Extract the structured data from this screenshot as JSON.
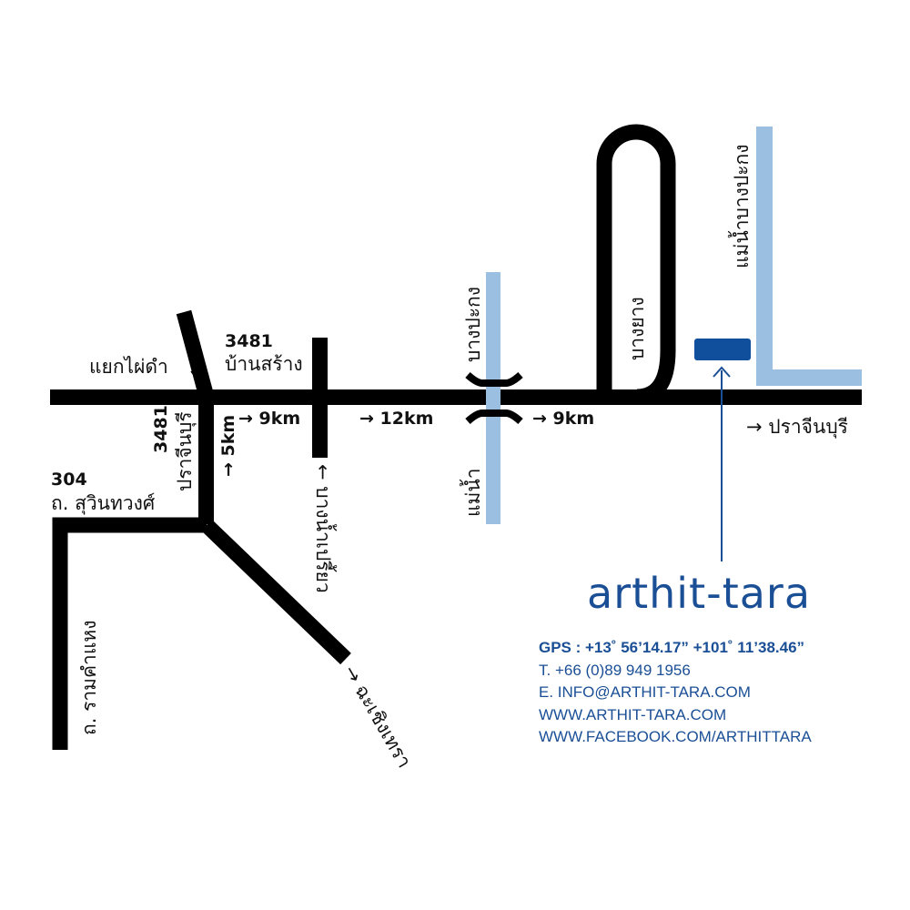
{
  "colors": {
    "road": "#000000",
    "river": "#9abfe0",
    "destination": "#0f4f9c",
    "brand": "#1a4f96"
  },
  "labels": {
    "intersection_north": "แยกไผ่ดำ",
    "road_3481_top_number": "3481",
    "road_3481_top_name": "บ้านสร้าง",
    "road_3481_side_number": "3481",
    "road_3481_side_name": "ปราจีนบุรี",
    "dist_5km": "→ 5km",
    "dist_9km_a": "→ 9km",
    "dist_12km": "→ 12km",
    "dist_9km_b": "→ 9km",
    "to_prachinburi": "→ ปราจีนบุรี",
    "road_304_number": "304",
    "road_304_name": "ถ. สุวินทวงศ์",
    "road_ramkhamhaeng": "ถ. รามคำแหง",
    "bang_nam_priao": "← บางน้ำเปรี้ยว",
    "chachoengsao": "→ ฉะเชิงเทรา",
    "bang_pakong_top": "บางปะกง",
    "mae_nam_bottom": "แม่น้ำ",
    "bang_yang": "บางยาง",
    "river_name": "แม่น้ำบางปะกง"
  },
  "brand": {
    "name": "arthit-tara"
  },
  "contact": {
    "gps": "GPS : +13˚ 56’14.17” +101˚ 11’38.46”",
    "phone": "T. +66 (0)89 949 1956",
    "email": "E. INFO@ARTHIT-TARA.COM",
    "website": "WWW.ARTHIT-TARA.COM",
    "facebook": "WWW.FACEBOOK.COM/ARTHITTARA"
  }
}
